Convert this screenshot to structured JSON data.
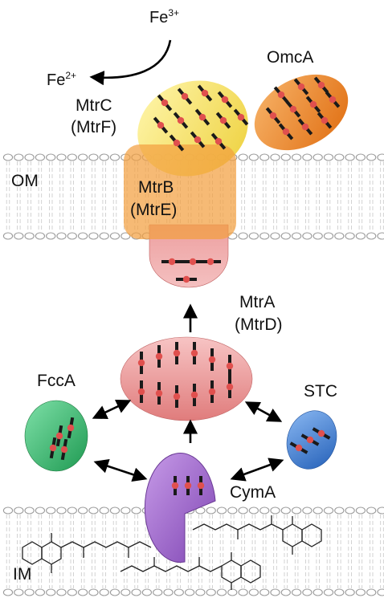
{
  "labels": {
    "fe3_base": "Fe",
    "fe3_sup": "3+",
    "fe2_base": "Fe",
    "fe2_sup": "2+",
    "mtrc": "MtrC",
    "mtrf": "(MtrF)",
    "omca": "OmcA",
    "om": "OM",
    "mtrb": "MtrB",
    "mtre": "(MtrE)",
    "mtra": "MtrA",
    "mtrd": "(MtrD)",
    "fcca": "FccA",
    "stc": "STC",
    "cyma": "CymA",
    "im": "IM"
  },
  "colors": {
    "membrane_outline": "#9a9a9a",
    "mtrc": "#f3dc4a",
    "omca": "#f08a2a",
    "mtrb": "#f2a040",
    "mtra_lower": "#e79a9a",
    "central": "#e58a8a",
    "fcca": "#33b36a",
    "stc": "#3a82d8",
    "cyma": "#9b63c9",
    "heme_bar": "#1a1a1a",
    "heme_dot": "#e0504e",
    "arrow": "#000000"
  },
  "icons": [
    "heme-group-icon",
    "menaquinone-structure-icon",
    "double-arrow-icon"
  ]
}
